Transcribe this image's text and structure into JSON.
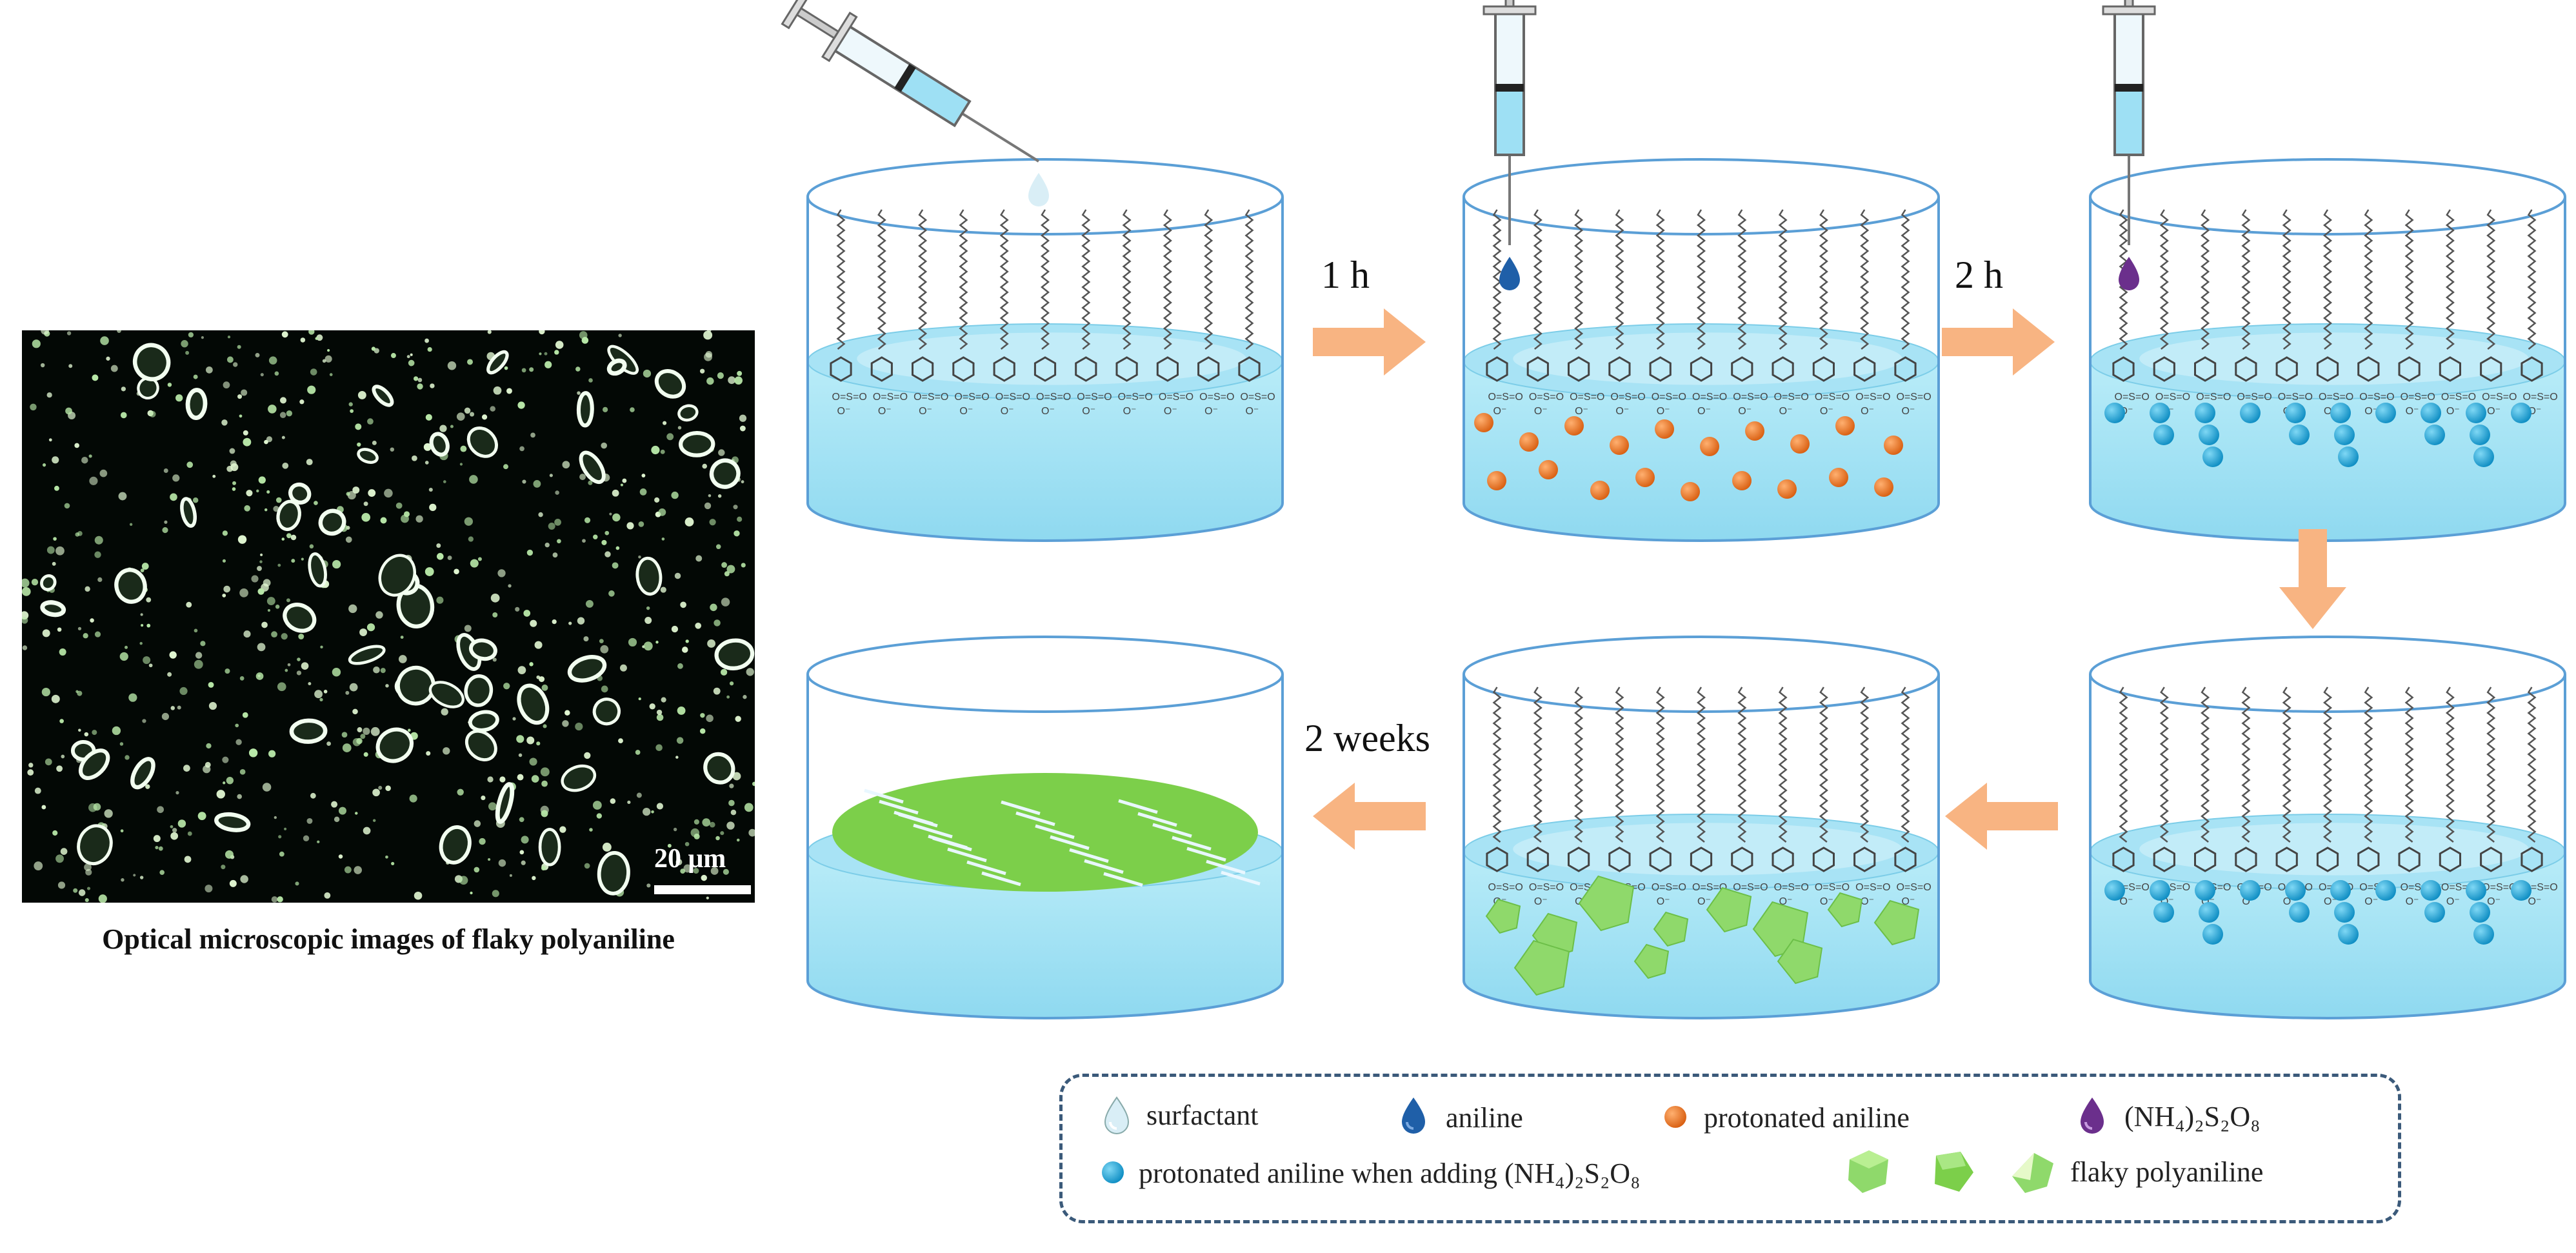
{
  "micrograph": {
    "caption": "Optical microscopic images of flaky polyaniline",
    "scale_label": "20 μm"
  },
  "steps": {
    "step1_time": "1 h",
    "step2_time": "2 h",
    "step3_time": "2 weeks"
  },
  "legend": {
    "surfactant": "surfactant",
    "aniline": "aniline",
    "protonated_aniline": "protonated aniline",
    "oxidant": "(NH₄)₂S₂O₈",
    "protonated_aniline_oxidant": "protonated aniline when adding (NH₄)₂S₂O₈",
    "flaky_polyaniline": "flaky polyaniline"
  },
  "colors": {
    "water": "#9ee0f4",
    "orange_particle": "#e8741c",
    "blue_particle": "#1da7d8",
    "flake_green": "#7ccf4a",
    "arrow": "#f8b482",
    "aniline_drop": "#1f5fa8",
    "oxidant_drop": "#6b2f8c"
  }
}
